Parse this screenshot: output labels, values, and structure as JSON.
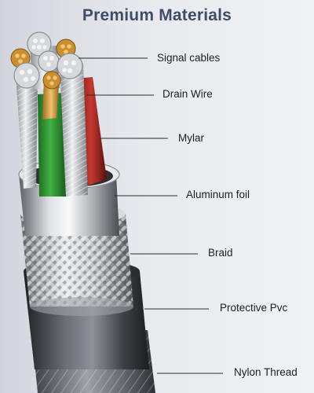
{
  "title": "Premium Materials",
  "layers": [
    {
      "id": "signal",
      "label": "Signal cables"
    },
    {
      "id": "drain",
      "label": "Drain Wire"
    },
    {
      "id": "mylar",
      "label": "Mylar"
    },
    {
      "id": "foil",
      "label": "Aluminum foil"
    },
    {
      "id": "braid",
      "label": "Braid"
    },
    {
      "id": "pvc",
      "label": "Protective Pvc"
    },
    {
      "id": "nylon",
      "label": "Nylon Thread"
    }
  ],
  "colors": {
    "title": "#3f4e66",
    "label": "#1d1f24",
    "leader_line": "#2a2c30",
    "green_insulation": "#2e8f2e",
    "red_insulation": "#a3221f",
    "copper": "#d19a3e",
    "silver": "#c7c9cc",
    "pvc": "#4a4d52",
    "nylon": "#7b7f86"
  }
}
